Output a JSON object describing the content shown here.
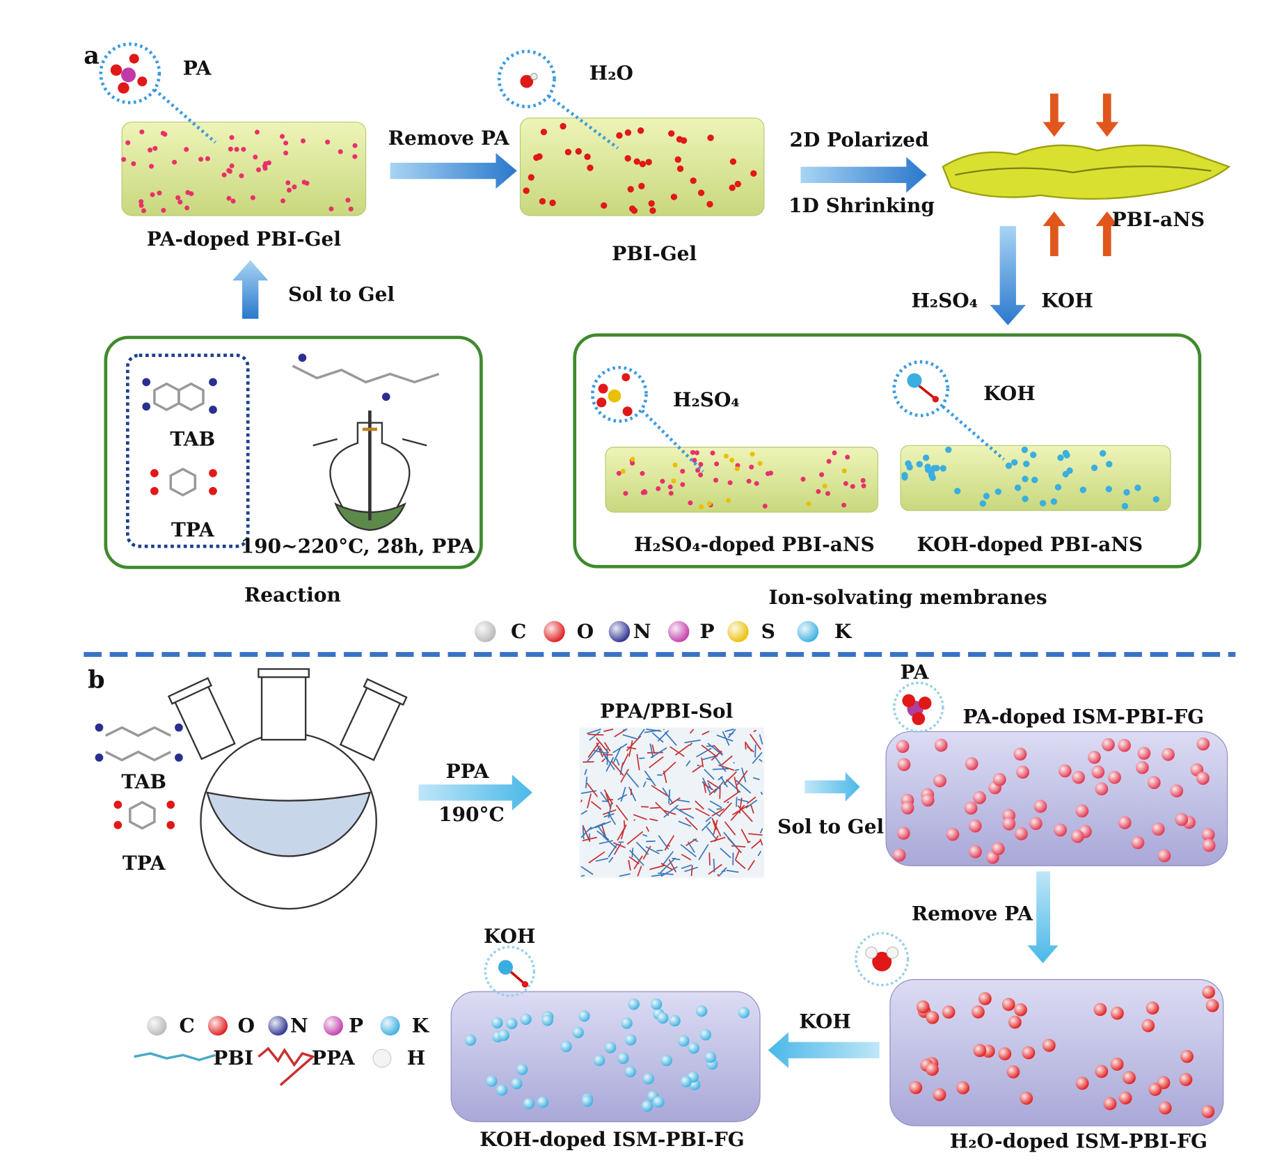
{
  "panel_a": {
    "panel_label": "a",
    "pa_inset": "PA",
    "h2o_inset": "H₂O",
    "remove_pa": "Remove PA",
    "polarized": "2D Polarized",
    "shrinking": "1D Shrinking",
    "pa_gel_label": "PA-doped PBI-Gel",
    "pbi_gel_label": "PBI-Gel",
    "ans_label": "PBI-aNS",
    "sol_to_gel": "Sol to Gel",
    "h2so4_arrow": "H₂SO₄",
    "koh_arrow": "KOH",
    "reaction": {
      "tab": "TAB",
      "tpa": "TPA",
      "conditions": "190~220°C, 28h, PPA",
      "caption": "Reaction"
    },
    "membranes": {
      "h2so4_inset": "H₂SO₄",
      "koh_inset": "KOH",
      "h2so4_label": "H₂SO₄-doped  PBI-aNS",
      "koh_label": "KOH-doped  PBI-aNS",
      "caption": "Ion-solvating membranes"
    },
    "legend": [
      {
        "symbol": "C",
        "color": "#b8b8b8"
      },
      {
        "symbol": "O",
        "color": "#e01818"
      },
      {
        "symbol": "N",
        "color": "#2a2f8f"
      },
      {
        "symbol": "P",
        "color": "#c03aa8"
      },
      {
        "symbol": "S",
        "color": "#e8c000"
      },
      {
        "symbol": "K",
        "color": "#3aaee0"
      }
    ]
  },
  "panel_b": {
    "panel_label": "b",
    "tab": "TAB",
    "tpa": "TPA",
    "ppa": "PPA",
    "temp": "190°C",
    "sol_label": "PPA/PBI-Sol",
    "sol_to_gel": "Sol to Gel",
    "pa_inset": "PA",
    "pa_fg_label": "PA-doped ISM-PBI-FG",
    "remove_pa": "Remove PA",
    "h2o_fg_label": "H₂O-doped ISM-PBI-FG",
    "koh_arrow": "KOH",
    "koh_inset": "KOH",
    "koh_fg_label": "KOH-doped ISM-PBI-FG",
    "legend": [
      {
        "symbol": "C",
        "color": "#b8b8b8"
      },
      {
        "symbol": "O",
        "color": "#e01818"
      },
      {
        "symbol": "N",
        "color": "#2a2f8f"
      },
      {
        "symbol": "P",
        "color": "#c03aa8"
      },
      {
        "symbol": "K",
        "color": "#3aaee0"
      }
    ],
    "legend_pbi": "PBI",
    "legend_ppa": "PPA",
    "legend_h": "H"
  },
  "colors": {
    "arrow_blue": "#3b8ad6",
    "box_green": "#3f8a2c",
    "divider": "#3b73c4",
    "gel": "#dbe79a",
    "membrane": "#c9c8ec",
    "orange": "#e0561c"
  }
}
